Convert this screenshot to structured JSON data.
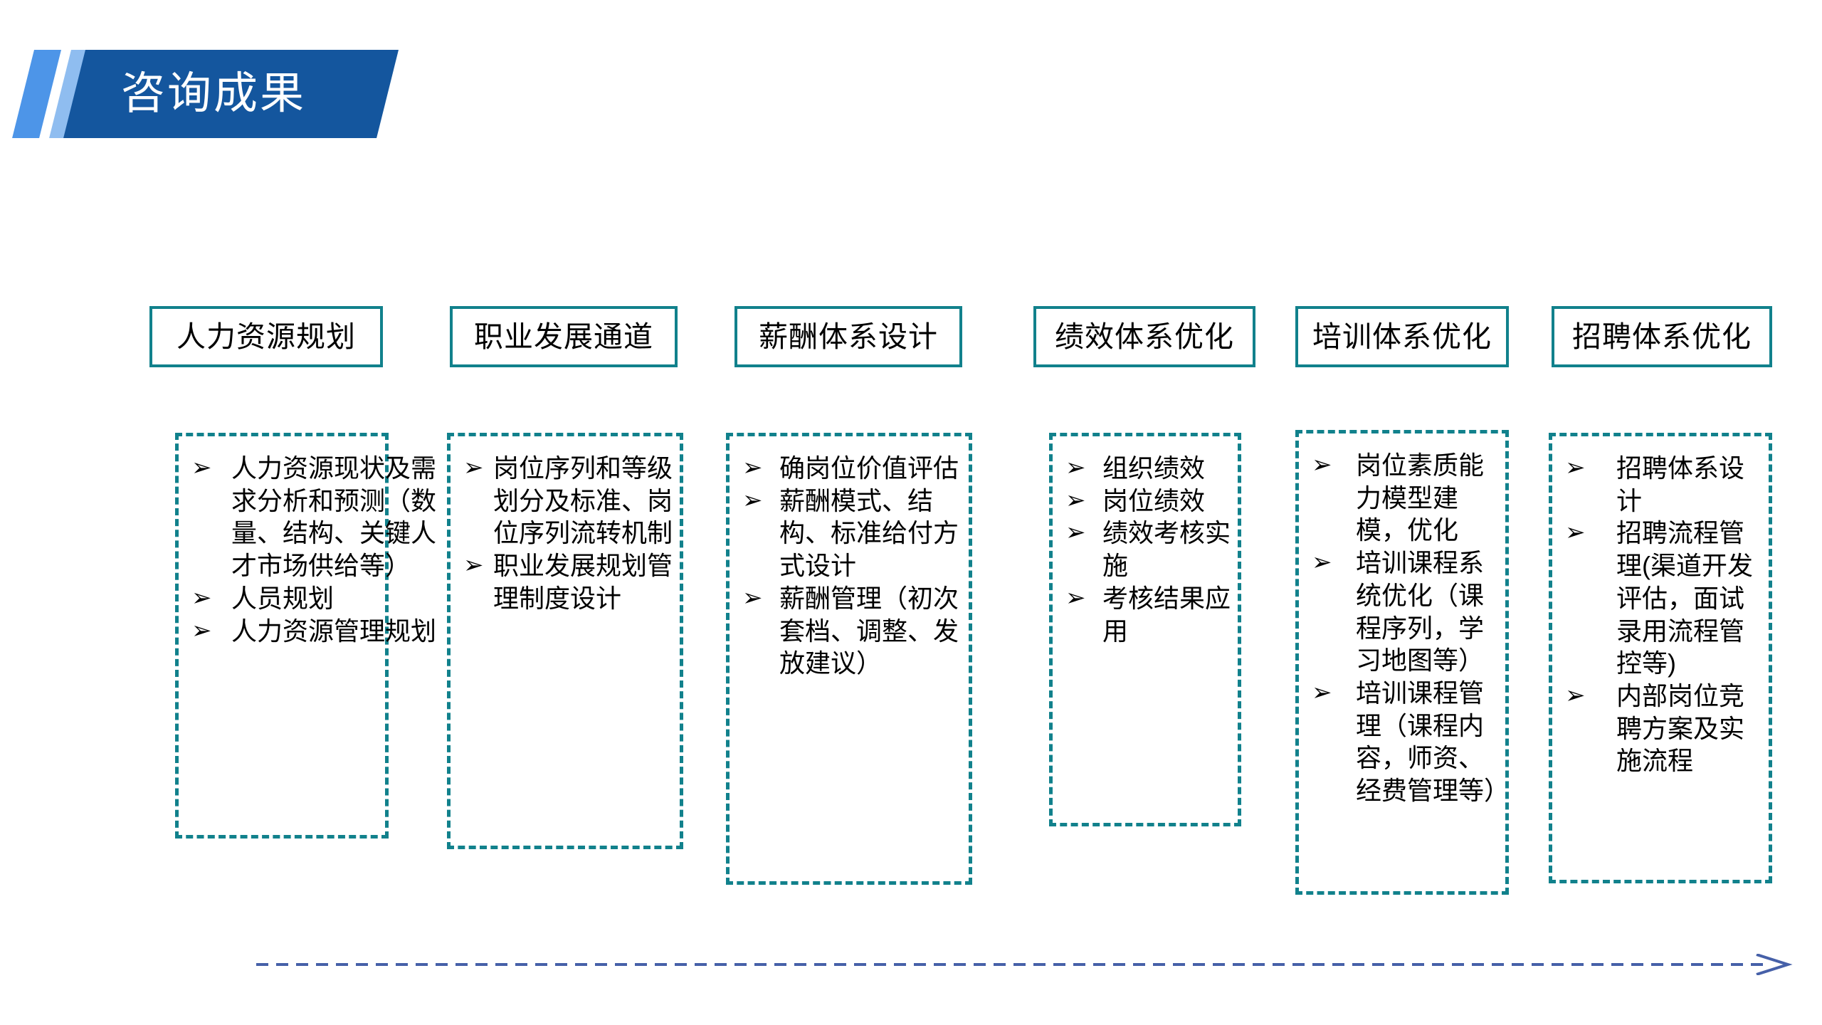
{
  "slide": {
    "title": "咨询成果",
    "accent_color_dark": "#14569E",
    "accent_color_mid": "#4D95E8",
    "accent_color_light": "#8FBDF0",
    "box_border_color": "#11818C",
    "arrow_color": "#4660A8"
  },
  "columns": [
    {
      "header": "人力资源规划",
      "items": [
        "人力资源现状及需求分析和预测（数量、结构、关键人才市场供给等）",
        "人员规划",
        "人力资源管理规划"
      ]
    },
    {
      "header": "职业发展通道",
      "items": [
        "岗位序列和等级划分及标准、岗位序列流转机制",
        "职业发展规划管理制度设计"
      ]
    },
    {
      "header": "薪酬体系设计",
      "items": [
        "确岗位价值评估",
        "薪酬模式、结构、标准给付方式设计",
        "薪酬管理（初次套档、调整、发放建议）"
      ]
    },
    {
      "header": "绩效体系优化",
      "items": [
        "组织绩效",
        "岗位绩效",
        "绩效考核实施",
        "考核结果应用"
      ]
    },
    {
      "header": "培训体系优化",
      "items": [
        "岗位素质能力模型建模，优化",
        "培训课程系统优化（课程序列，学习地图等）",
        "培训课程管理（课程内容，师资、经费管理等）"
      ]
    },
    {
      "header": "招聘体系优化",
      "items": [
        "招聘体系设计",
        "招聘流程管理(渠道开发评估，面试录用流程管控等)",
        "内部岗位竞聘方案及实施流程"
      ]
    }
  ],
  "bullet_glyph": "➢",
  "bottom_arrow": {
    "name": "progress-arrow",
    "direction": "right"
  }
}
